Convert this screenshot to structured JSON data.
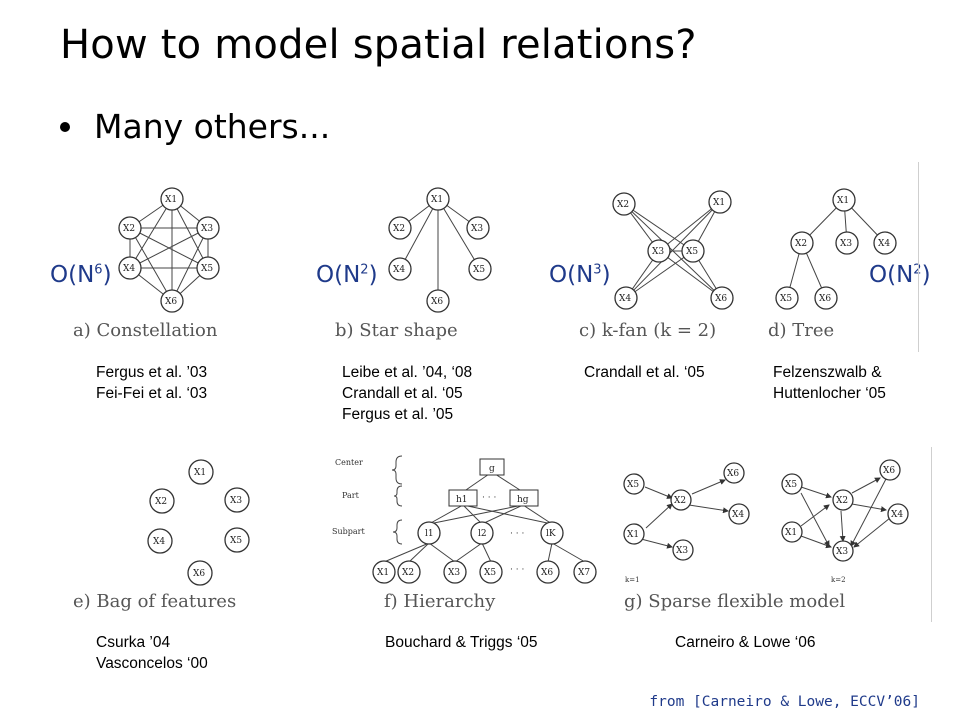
{
  "title": "How to model spatial relations?",
  "bullet": "Many others...",
  "complexity": [
    {
      "base": "O(N",
      "exp": "6",
      "close": ")"
    },
    {
      "base": "O(N",
      "exp": "2",
      "close": ")"
    },
    {
      "base": "O(N",
      "exp": "3",
      "close": ")"
    },
    {
      "base": "O(N",
      "exp": "2",
      "close": ")"
    }
  ],
  "captions": {
    "a": "a) Constellation",
    "b": "b) Star shape",
    "c": "c) k-fan (k = 2)",
    "d": "d) Tree",
    "e": "e) Bag of features",
    "f": "f) Hierarchy",
    "g": "g) Sparse flexible model"
  },
  "nodes": {
    "x1": "X1",
    "x2": "X2",
    "x3": "X3",
    "x4": "X4",
    "x5": "X5",
    "x6": "X6",
    "x7": "X7",
    "g": "g",
    "h1": "h1",
    "hg": "hg",
    "l1": "l1",
    "l2": "l2",
    "lk": "lK",
    "dots": "· · ·"
  },
  "hier_labels": {
    "center": "Center",
    "part": "Part",
    "subpart": "Subpart"
  },
  "k_labels": {
    "k1": "k=1",
    "k2": "k=2"
  },
  "refs": {
    "a": [
      "Fergus et al. ’03",
      "Fei-Fei et al. ‘03"
    ],
    "b": [
      "Leibe et al. ’04, ‘08",
      "Crandall et al. ‘05",
      "Fergus et al. ’05"
    ],
    "c": [
      "Crandall et al. ‘05"
    ],
    "d": [
      "Felzenszwalb &",
      "Huttenlocher ‘05"
    ],
    "e": [
      "Csurka ’04",
      "Vasconcelos ‘00"
    ],
    "f": [
      "Bouchard & Triggs ‘05"
    ],
    "g": [
      "Carneiro & Lowe ‘06"
    ]
  },
  "source": "from [Carneiro & Lowe, ECCV’06]",
  "colors": {
    "accent": "#1f3a8a",
    "text": "#000000"
  }
}
